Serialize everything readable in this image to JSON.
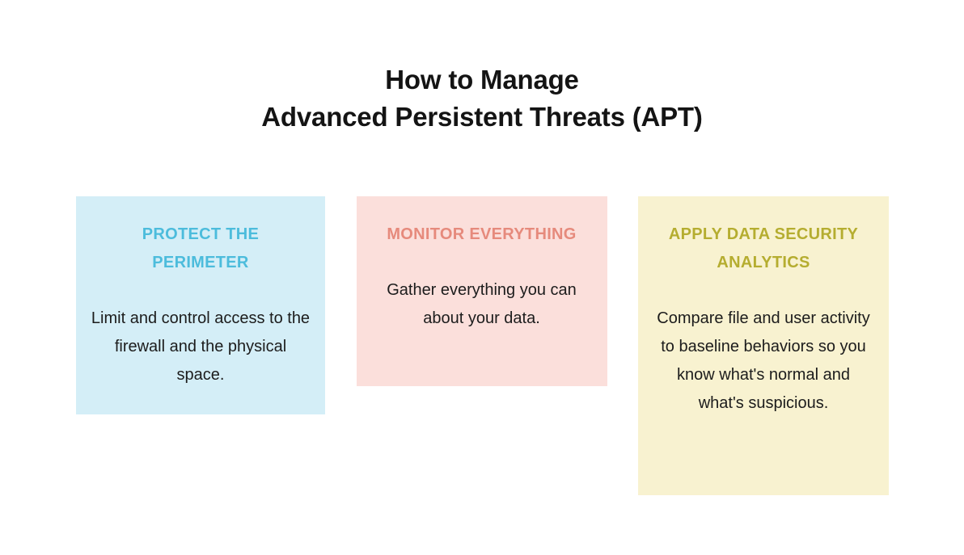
{
  "page": {
    "background_color": "#ffffff",
    "title_lines": [
      "How to Manage",
      "Advanced Persistent Threats (APT)"
    ],
    "title_color": "#141414"
  },
  "cards": [
    {
      "id": "protect-the-perimeter",
      "heading": "PROTECT THE PERIMETER",
      "body": "Limit and control access to the firewall and the physical space.",
      "background_color": "#d4eef7",
      "heading_color": "#4cbcdc",
      "body_color": "#1c1c1c"
    },
    {
      "id": "monitor-everything",
      "heading": "MONITOR EVERYTHING",
      "body": "Gather everything you can about your data.",
      "background_color": "#fbdfdb",
      "heading_color": "#e68a7c",
      "body_color": "#1c1c1c"
    },
    {
      "id": "apply-data-security-analytics",
      "heading": "APPLY DATA SECURITY ANALYTICS",
      "body": "Compare file and user activity to baseline behaviors so you know what's normal and what's suspicious.",
      "background_color": "#f8f2d0",
      "heading_color": "#b5ad30",
      "body_color": "#1c1c1c"
    }
  ]
}
